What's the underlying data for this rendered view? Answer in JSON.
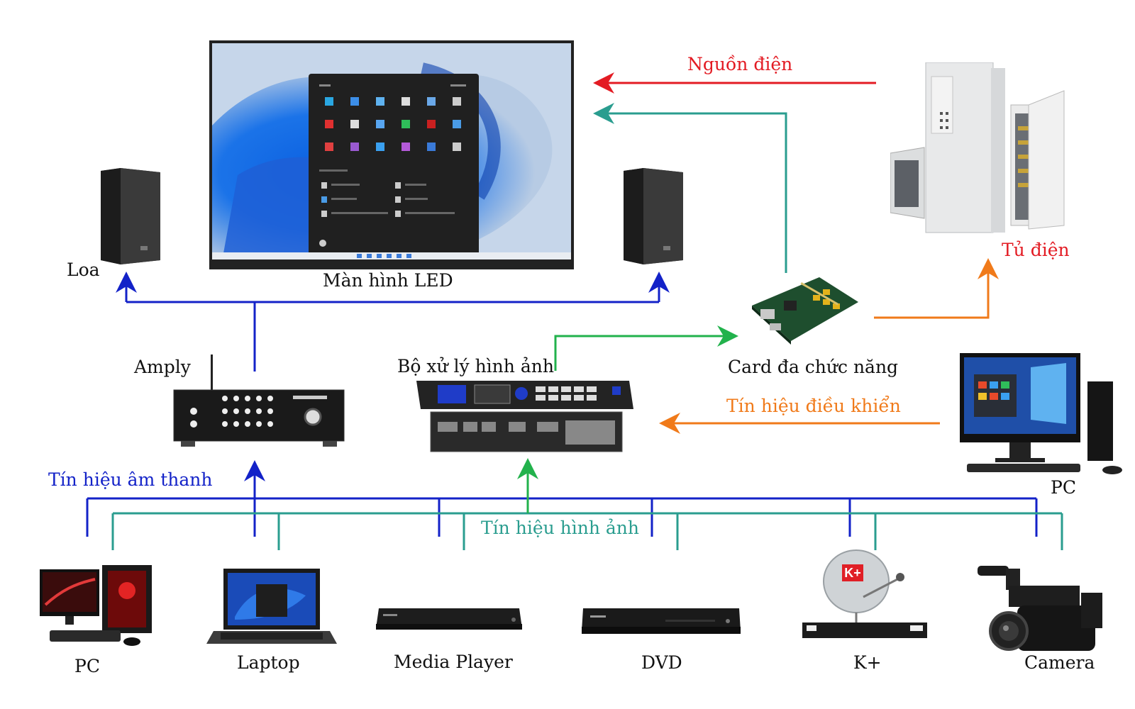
{
  "labels": {
    "power_source": "Nguồn điện",
    "led_screen": "Màn hình LED",
    "speaker": "Loa",
    "amplifier": "Amply",
    "image_processor": "Bộ xử lý hình ảnh",
    "multifunction_card": "Card đa chức năng",
    "electrical_cabinet": "Tủ điện",
    "control_signal": "Tín hiệu điều khiển",
    "control_pc": "PC",
    "audio_signal": "Tín hiệu âm thanh",
    "video_signal": "Tín hiệu hình ảnh",
    "source_pc": "PC",
    "laptop": "Laptop",
    "media_player": "Media Player",
    "dvd": "DVD",
    "kplus": "K+",
    "camera": "Camera"
  },
  "colors": {
    "power": "#e31b23",
    "video": "#2a9d8f",
    "video_arrow": "#22b24c",
    "audio": "#1322c8",
    "control": "#f07a1a"
  },
  "icons": {
    "kplus_logo": "K+"
  }
}
